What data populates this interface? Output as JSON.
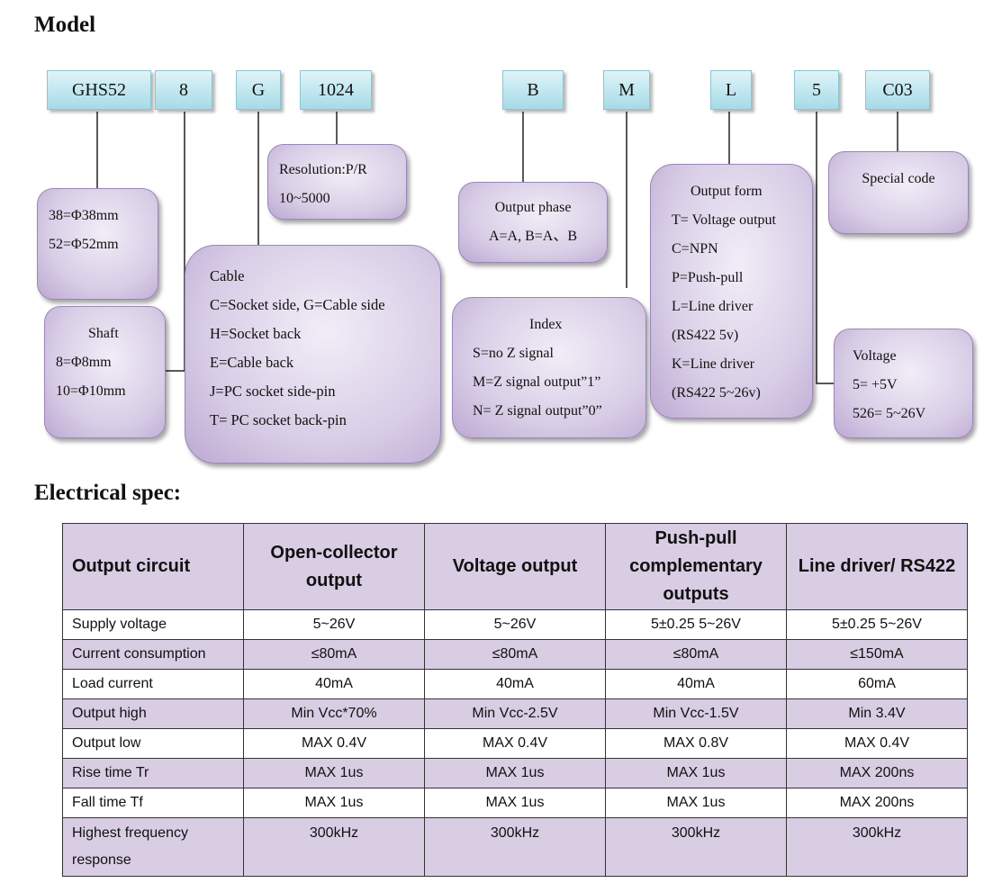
{
  "model": {
    "title": "Model",
    "codes": [
      "GHS52",
      "8",
      "G",
      "1024",
      "B",
      "M",
      "L",
      "5",
      "C03"
    ],
    "diameter": [
      "38=Φ38mm",
      "52=Φ52mm"
    ],
    "shaft": [
      "Shaft",
      "8=Φ8mm",
      "10=Φ10mm"
    ],
    "resolution": [
      "Resolution:P/R",
      "10~5000"
    ],
    "cable": [
      "Cable",
      "C=Socket side, G=Cable side",
      "H=Socket back",
      "E=Cable back",
      "J=PC socket side-pin",
      "T= PC socket back-pin"
    ],
    "output_phase": [
      "Output phase",
      "A=A, B=A、B"
    ],
    "index": [
      "Index",
      "S=no Z signal",
      "M=Z signal output”1”",
      "N= Z signal output”0”"
    ],
    "output_form": [
      "Output form",
      "T= Voltage output",
      "C=NPN",
      "P=Push-pull",
      "L=Line driver",
      "(RS422 5v)",
      "K=Line driver",
      "(RS422 5~26v)"
    ],
    "special": [
      "Special code"
    ],
    "voltage": [
      "Voltage",
      "5= +5V",
      "526= 5~26V"
    ]
  },
  "spec": {
    "title": "Electrical spec:",
    "headers": [
      "Output circuit",
      "Open-collector output",
      "Voltage output",
      "Push-pull complementary outputs",
      "Line driver/ RS422"
    ],
    "rows": [
      [
        "Supply voltage",
        "5~26V",
        "5~26V",
        "5±0.25    5~26V",
        "5±0.25    5~26V"
      ],
      [
        "Current consumption",
        "≤80mA",
        "≤80mA",
        "≤80mA",
        "≤150mA"
      ],
      [
        "Load current",
        "40mA",
        "40mA",
        "40mA",
        "60mA"
      ],
      [
        "Output high",
        "Min Vcc*70%",
        "Min Vcc-2.5V",
        "Min Vcc-1.5V",
        "Min 3.4V"
      ],
      [
        "Output low",
        "MAX 0.4V",
        "MAX 0.4V",
        "MAX 0.8V",
        "MAX 0.4V"
      ],
      [
        "Rise time Tr",
        "MAX 1us",
        "MAX 1us",
        "MAX 1us",
        "MAX 200ns"
      ],
      [
        "Fall time Tf",
        "MAX 1us",
        "MAX 1us",
        "MAX 1us",
        "MAX 200ns"
      ],
      [
        "Highest frequency response",
        "300kHz",
        "300kHz",
        "300kHz",
        "300kHz"
      ]
    ]
  }
}
